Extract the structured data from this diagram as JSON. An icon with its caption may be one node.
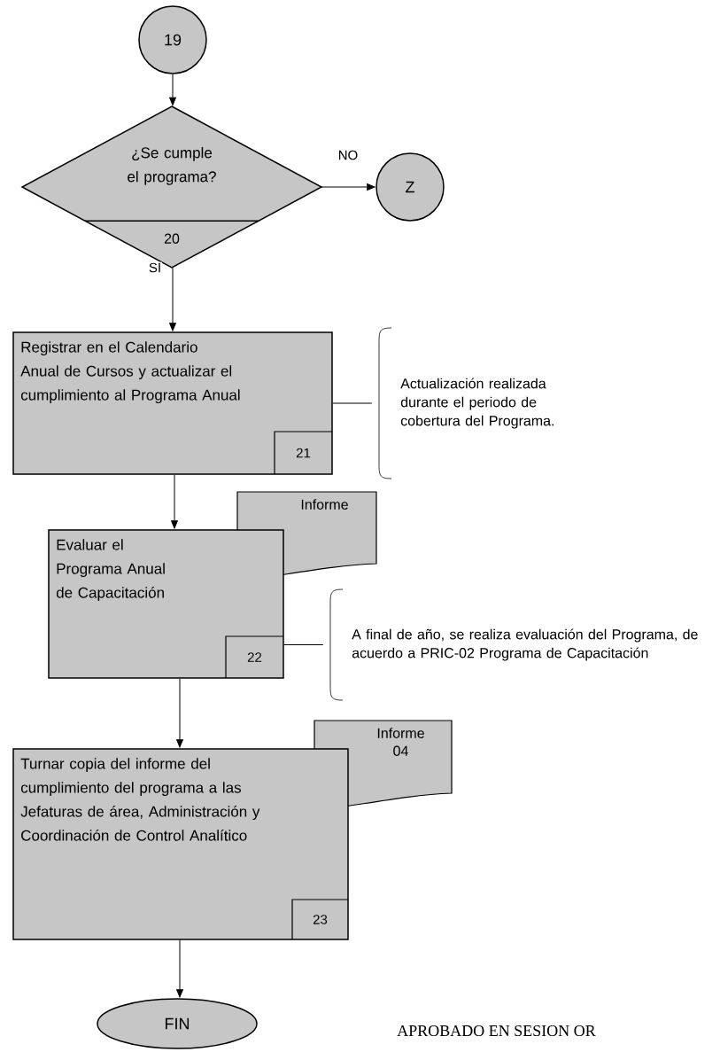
{
  "diagram": {
    "nodes": [
      {
        "text": [
          "19"
        ]
      },
      {
        "text": [
          "¿Se cumple el programa?",
          "20"
        ]
      },
      {
        "text": [
          "Z"
        ]
      },
      {
        "text": [
          "Registrar en el Calendario Anual de Cursos y actualizar el cumplimiento al Programa Anual",
          "21"
        ]
      },
      {
        "text": [
          "Actualización realizada durante el periodo de cobertura del Programa."
        ]
      },
      {
        "text": [
          "Informe"
        ]
      },
      {
        "text": [
          "Evaluar el Programa Anual de Capacitación",
          "22"
        ]
      },
      {
        "text": [
          "A final de año, se realiza evaluación del Programa, de acuerdo a PRIC-02 Programa de Capacitación"
        ]
      },
      {
        "text": [
          "Informe",
          "04"
        ]
      },
      {
        "text": [
          "Turnar copia del informe del cumplimiento del programa a las Jefaturas de área, Administración y Coordinación de Control Analítico",
          "23"
        ]
      },
      {
        "text": [
          "FIN"
        ]
      }
    ],
    "edges": [
      {
        "from": 0,
        "to": 1,
        "arrow": "to"
      },
      {
        "from": 1,
        "to": 2,
        "arrow": "to",
        "label": "NO"
      },
      {
        "from": 1,
        "to": 3,
        "arrow": "to",
        "label": "SI"
      },
      {
        "from": 3,
        "to": 4,
        "arrow": "none"
      },
      {
        "from": 3,
        "to": 6,
        "arrow": "to"
      },
      {
        "from": 6,
        "to": 7,
        "arrow": "none"
      },
      {
        "from": 6,
        "to": 9,
        "arrow": "to"
      },
      {
        "from": 9,
        "to": 10,
        "arrow": "to"
      }
    ],
    "labels": [
      "APROBADO EN SESION OR"
    ]
  }
}
